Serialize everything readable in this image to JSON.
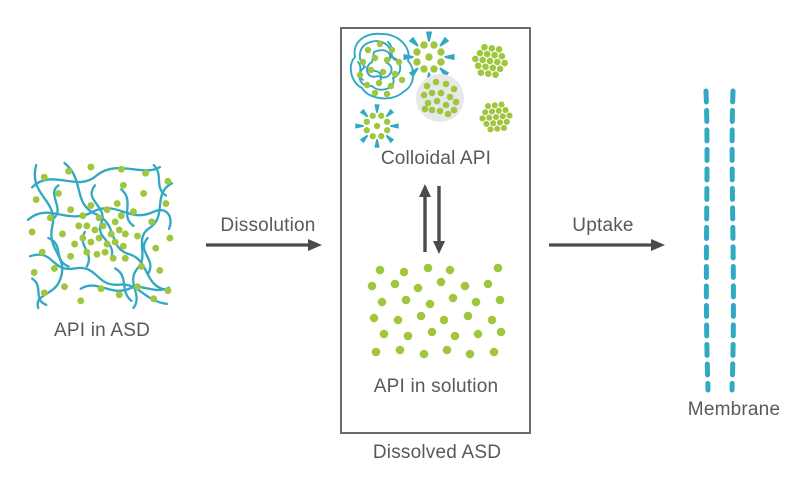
{
  "figure_type": "process diagram",
  "labels": {
    "api_in_asd": "API in ASD",
    "dissolution": "Dissolution",
    "colloidal_api": "Colloidal API",
    "api_in_solution": "API in solution",
    "dissolved_asd": "Dissolved ASD",
    "uptake": "Uptake",
    "membrane": "Membrane"
  },
  "colors": {
    "background": "#ffffff",
    "teal": "#32a9c2",
    "green": "#9fc63d",
    "label_text": "#58595b",
    "arrow": "#4a4b4d",
    "box_border": "#6a6b6d",
    "aggregate_fill": "#e7e8e9"
  },
  "illustrations": [
    {
      "name": "polymer-network-icon",
      "depicts": "tangled teal polymer strands with green API dots"
    },
    {
      "name": "polymer-drug-tangle-icon",
      "depicts": "collapsed polymer coil containing API dots"
    },
    {
      "name": "micelle-icon",
      "depicts": "green API dots ringed by radiating teal surfactant wedges"
    },
    {
      "name": "drug-rich-cluster-icon",
      "depicts": "hexagonally packed green API dots"
    },
    {
      "name": "amorphous-aggregate-icon",
      "depicts": "gray sphere with dispersed green API dots"
    },
    {
      "name": "free-api-dots-icon",
      "depicts": "scattered green API molecules in solution"
    },
    {
      "name": "membrane-icon",
      "depicts": "two vertical dashed teal lines"
    }
  ]
}
